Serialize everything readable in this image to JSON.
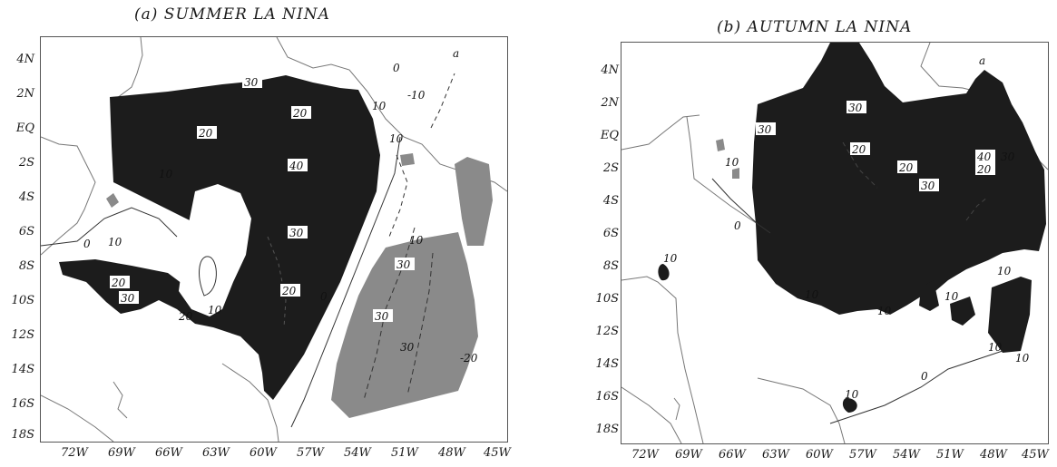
{
  "colors": {
    "dark_shade": "#1c1c1c",
    "grey_shade": "#8a8a8a",
    "contour": "#333333",
    "border": "#777777"
  },
  "panels": [
    {
      "title": "(a) SUMMER    LA NINA",
      "y_ticks": [
        "4N",
        "2N",
        "EQ",
        "2S",
        "4S",
        "6S",
        "8S",
        "10S",
        "12S",
        "14S",
        "16S",
        "18S"
      ],
      "x_ticks": [
        "72W",
        "69W",
        "66W",
        "63W",
        "60W",
        "57W",
        "54W",
        "51W",
        "48W",
        "45W"
      ],
      "contour_labels": [
        "30",
        "20",
        "10",
        "-10",
        "0",
        "20",
        "40",
        "10",
        "10",
        "30",
        "0",
        "20",
        "30",
        "20",
        "10",
        "20",
        "10",
        "10",
        "30",
        "30",
        "30",
        "-20",
        "0"
      ],
      "map_labels": [
        "a"
      ]
    },
    {
      "title": "(b) AUTUMN    LA NINA",
      "y_ticks": [
        "4N",
        "2N",
        "EQ",
        "2S",
        "4S",
        "6S",
        "8S",
        "10S",
        "12S",
        "14S",
        "16S",
        "18S"
      ],
      "x_ticks": [
        "72W",
        "69W",
        "66W",
        "63W",
        "60W",
        "57W",
        "54W",
        "51W",
        "48W",
        "45W"
      ],
      "contour_labels": [
        "30",
        "30",
        "10",
        "20",
        "20",
        "40",
        "30",
        "20",
        "30",
        "0",
        "10",
        "10",
        "10",
        "10",
        "10",
        "10",
        "10",
        "0",
        "10"
      ],
      "map_labels": [
        "a"
      ]
    }
  ]
}
